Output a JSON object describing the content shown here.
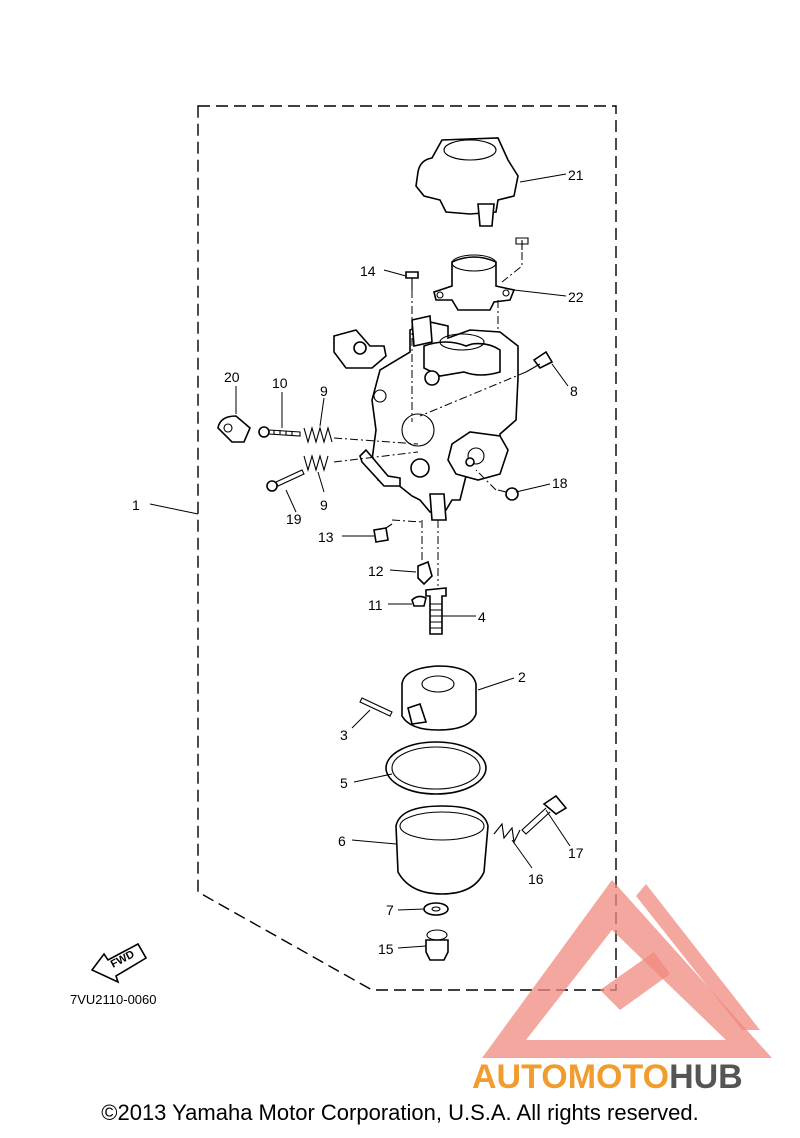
{
  "diagram": {
    "code": "7VU2110-0060",
    "fwd_label": "FWD",
    "callouts": [
      "1",
      "2",
      "3",
      "4",
      "5",
      "6",
      "7",
      "8",
      "9",
      "9",
      "10",
      "11",
      "12",
      "13",
      "14",
      "15",
      "16",
      "17",
      "18",
      "19",
      "20",
      "21",
      "22"
    ]
  },
  "watermark": {
    "part1": "AUTOMOTO",
    "part2": "HUB",
    "colors": {
      "triangle": "#f08a7e",
      "text_primary": "#f39c2e",
      "text_secondary": "#555555"
    }
  },
  "footer": {
    "copyright": "©2013 Yamaha Motor Corporation, U.S.A. All rights reserved."
  }
}
